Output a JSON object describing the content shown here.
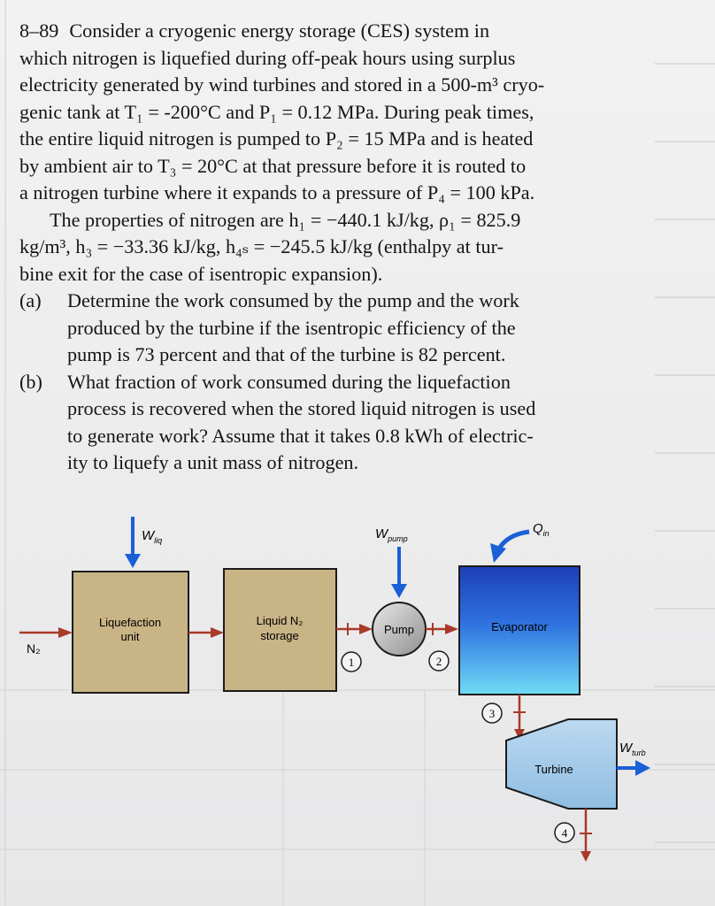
{
  "problem": {
    "number": "8–89",
    "line1": "Consider a cryogenic energy storage (CES) system in",
    "line2": "which nitrogen is liquefied during off-peak hours using surplus",
    "line3": "electricity generated by wind turbines and stored in a 500-m³ cryo-",
    "line4": "genic tank at T₁ = -200°C and P₁ = 0.12 MPa. During peak times,",
    "line5": "the entire liquid nitrogen is pumped to P₂ = 15 MPa and is heated",
    "line6": "by ambient air to T₃ = 20°C at that pressure before it is routed to",
    "line7": "a nitrogen turbine where it expands to a pressure of P₄ = 100 kPa.",
    "line8": "The properties of nitrogen are h₁ = −440.1 kJ/kg, ρ₁ = 825.9",
    "line9": "kg/m³, h₃ = −33.36 kJ/kg, h₄ₛ = −245.5 kJ/kg (enthalpy at tur-",
    "line10": "bine exit for the case of isentropic expansion).",
    "part_a_label": "(a)",
    "part_a_l1": "Determine the work consumed by the pump and the work",
    "part_a_l2": "produced by the turbine if the isentropic efficiency of the",
    "part_a_l3": "pump is 73 percent and that of the turbine is 82 percent.",
    "part_b_label": "(b)",
    "part_b_l1": "What fraction of work consumed during the liquefaction",
    "part_b_l2": "process is recovered when the stored liquid nitrogen is used",
    "part_b_l3": "to generate work? Assume that it takes 0.8 kWh of electric-",
    "part_b_l4": "ity to liquefy a unit mass of nitrogen."
  },
  "diagram": {
    "w_liq": "W",
    "w_liq_sub": "liq",
    "w_pump": "W",
    "w_pump_sub": "pump",
    "q_in": "Q",
    "q_in_sub": "in",
    "w_turb": "W",
    "w_turb_sub": "turb",
    "liquefaction_l1": "Liquefaction",
    "liquefaction_l2": "unit",
    "storage_l1": "Liquid N₂",
    "storage_l2": "storage",
    "pump": "Pump",
    "evaporator": "Evaporator",
    "turbine": "Turbine",
    "n2_inlet": "N₂",
    "state1": "1",
    "state2": "2",
    "state3": "3",
    "state4": "4"
  },
  "colors": {
    "box_fill": "#c9b486",
    "arrow_blue": "#1a5fd6",
    "arrow_red": "#a83a2a",
    "evaporator_top": "#1d3fb8",
    "evaporator_bottom": "#6fdcf5",
    "turbine_fill": "#a9cdea"
  }
}
